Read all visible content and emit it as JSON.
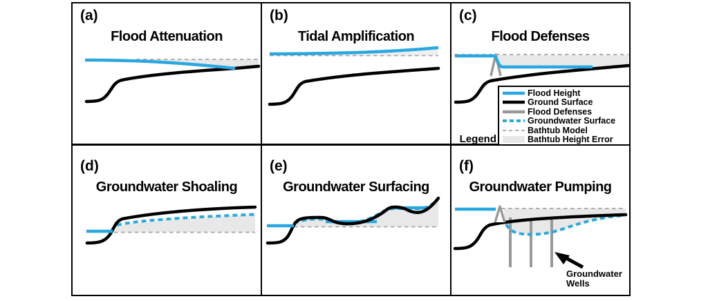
{
  "figure": {
    "panels": [
      {
        "label": "(a)",
        "title": "Flood Attenuation"
      },
      {
        "label": "(b)",
        "title": "Tidal Amplification"
      },
      {
        "label": "(c)",
        "title": "Flood Defenses"
      },
      {
        "label": "(d)",
        "title": "Groundwater Shoaling"
      },
      {
        "label": "(e)",
        "title": "Groundwater Surfacing"
      },
      {
        "label": "(f)",
        "title": "Groundwater Pumping"
      }
    ],
    "legend": {
      "heading": "Legend",
      "items": [
        {
          "label": "Flood Height",
          "swatch": "blue-solid-line"
        },
        {
          "label": "Ground Surface",
          "swatch": "black-solid-line"
        },
        {
          "label": "Flood Defenses",
          "swatch": "gray-solid-line"
        },
        {
          "label": "Groundwater Surface",
          "swatch": "blue-dashed-line"
        },
        {
          "label": "Bathtub Model",
          "swatch": "gray-dashed-line"
        },
        {
          "label": "Bathtub Height Error",
          "swatch": "gray-fill"
        }
      ]
    },
    "annotations": {
      "wells_line1": "Groundwater",
      "wells_line2": "Wells"
    },
    "colors": {
      "flood_height_blue": "#29A8E0",
      "ground_black": "#000000",
      "defense_gray": "#999999",
      "bathtub_gray": "#A6A6A6",
      "error_fill_gray": "#E8E8E8"
    }
  }
}
